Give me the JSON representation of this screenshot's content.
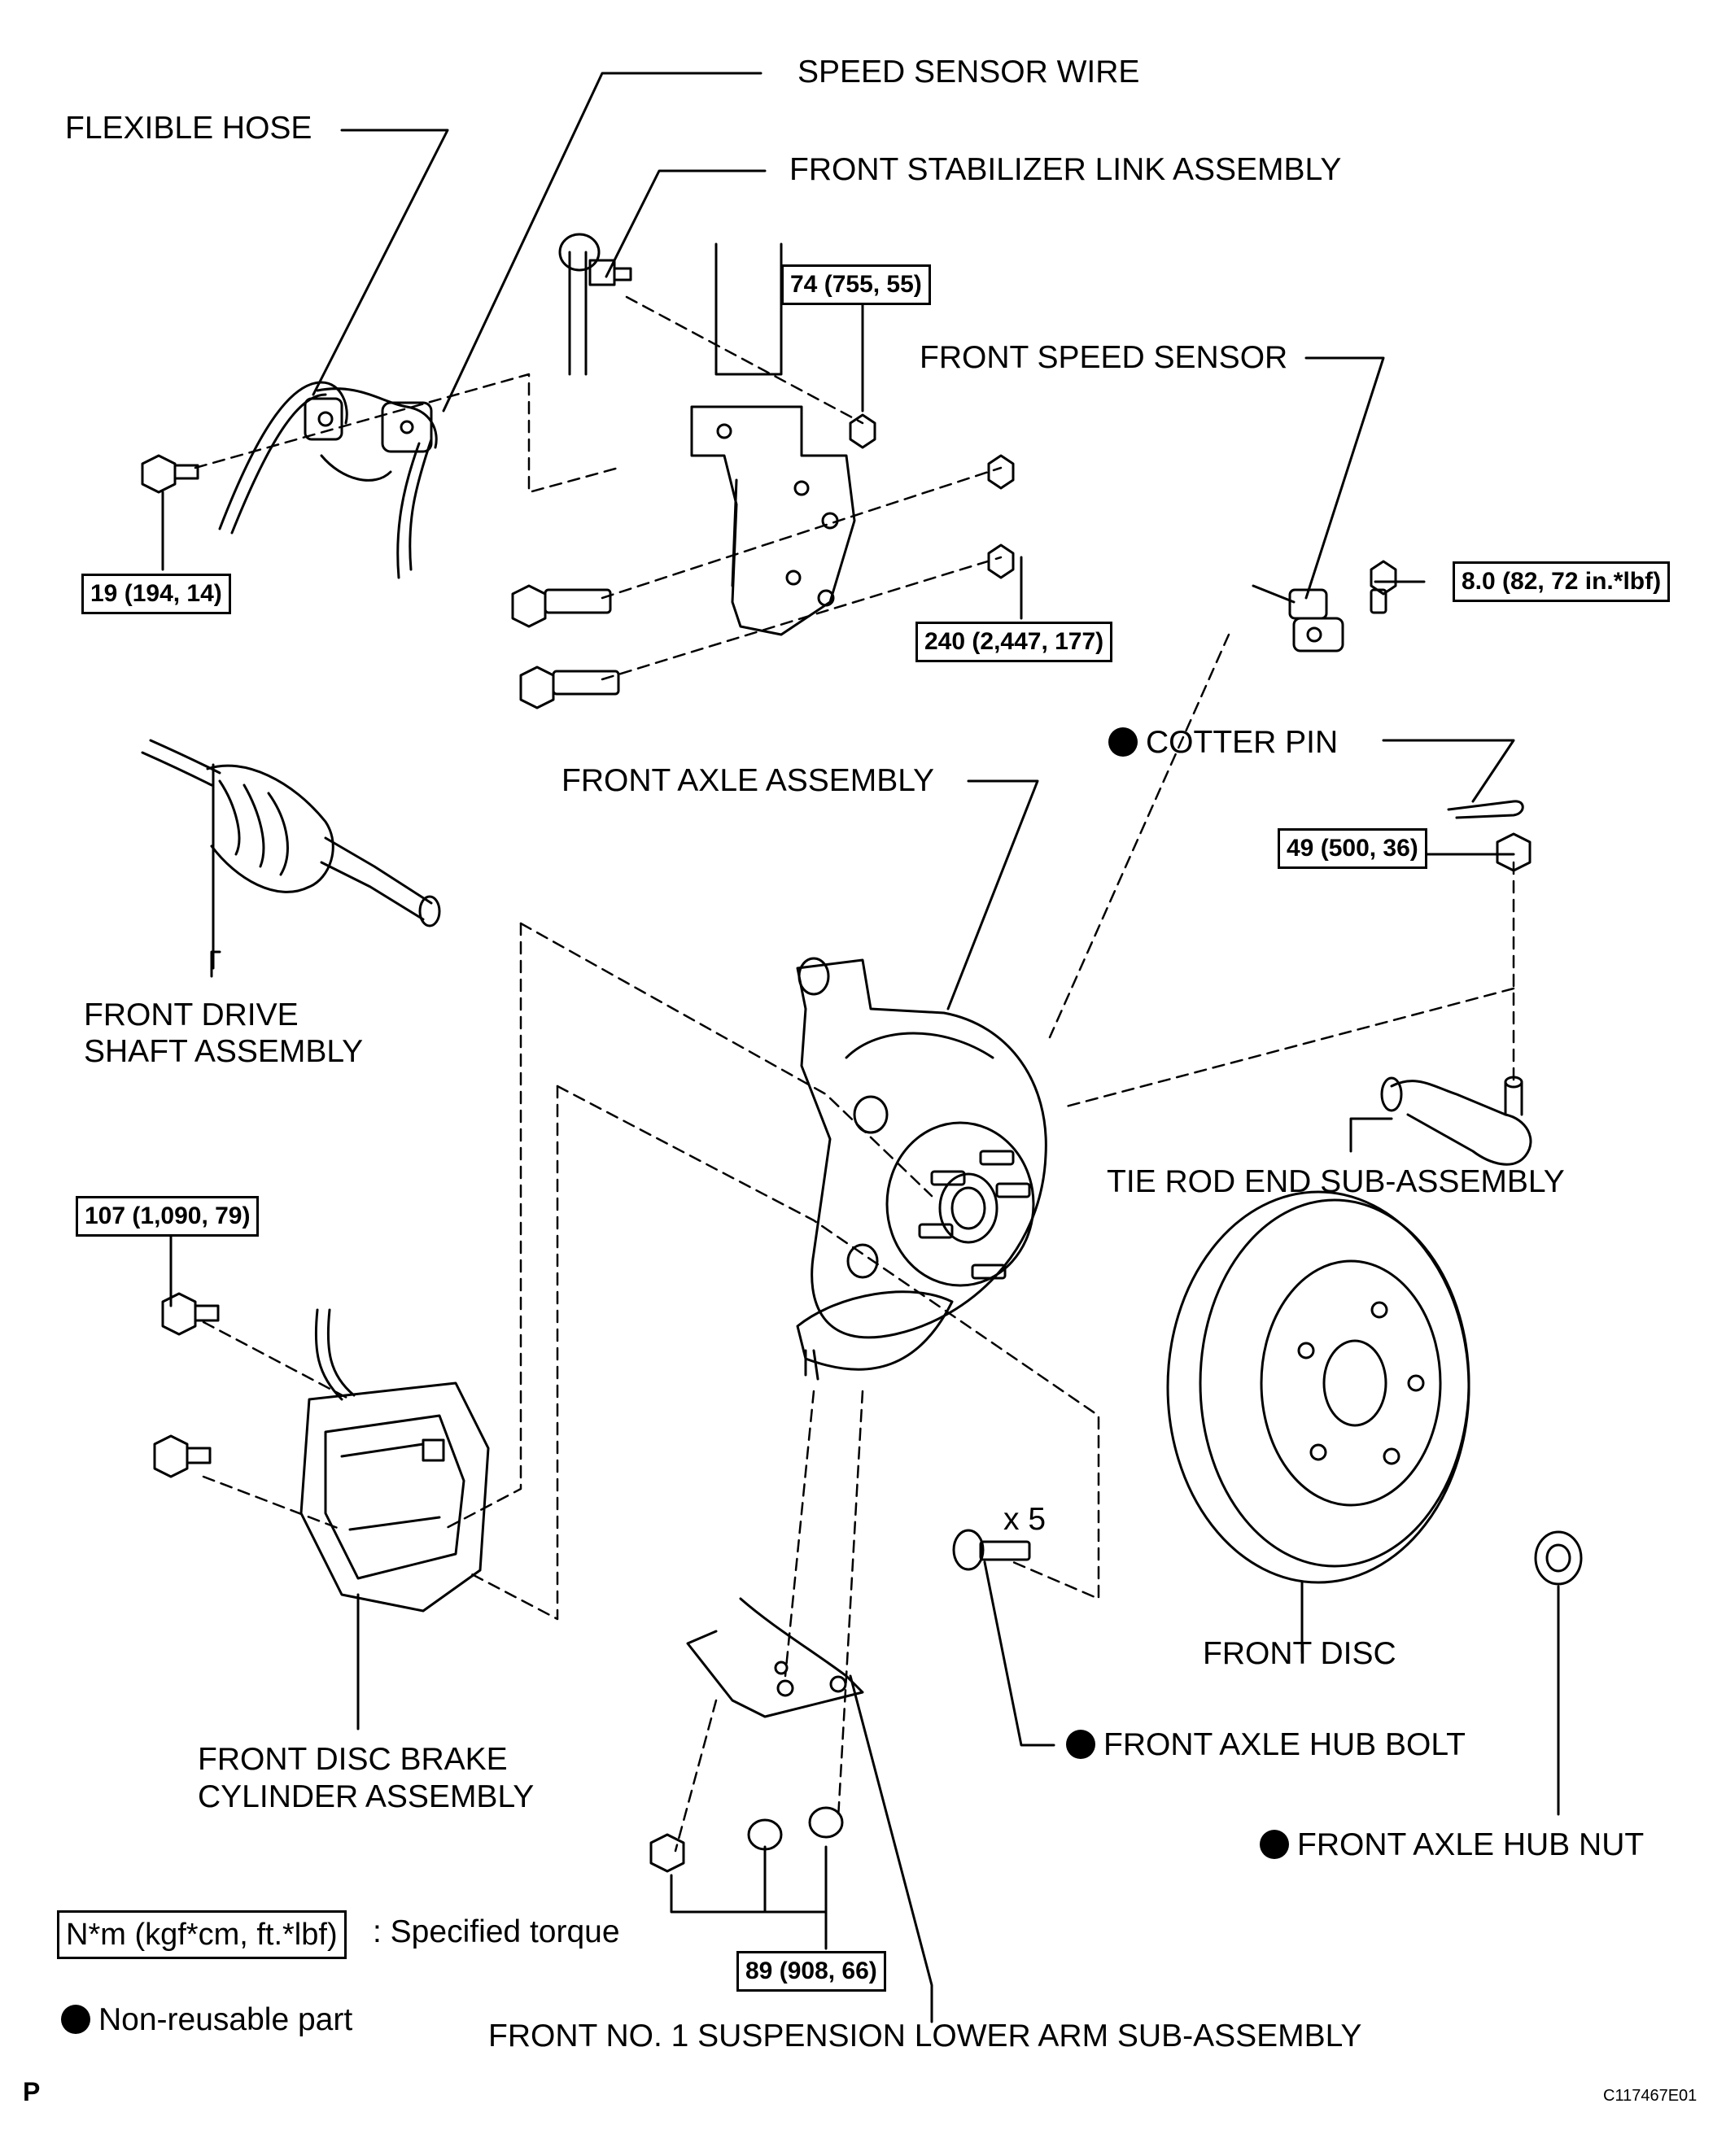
{
  "labels": {
    "flexible_hose": "FLEXIBLE HOSE",
    "speed_sensor_wire": "SPEED SENSOR WIRE",
    "front_stabilizer_link": "FRONT STABILIZER LINK ASSEMBLY",
    "front_speed_sensor": "FRONT SPEED SENSOR",
    "cotter_pin": "COTTER PIN",
    "front_axle_assembly": "FRONT AXLE ASSEMBLY",
    "front_drive_shaft_1": "FRONT DRIVE",
    "front_drive_shaft_2": "SHAFT ASSEMBLY",
    "tie_rod_end": "TIE ROD END SUB-ASSEMBLY",
    "front_disc": "FRONT DISC",
    "front_axle_hub_bolt": "FRONT AXLE HUB BOLT",
    "front_axle_hub_nut": "FRONT AXLE HUB NUT",
    "front_disc_brake_cyl_1": "FRONT DISC BRAKE",
    "front_disc_brake_cyl_2": "CYLINDER ASSEMBLY",
    "lower_arm": "FRONT NO. 1 SUSPENSION LOWER ARM SUB-ASSEMBLY",
    "hub_bolt_qty": "x 5"
  },
  "torques": {
    "stab_nut": "74 (755, 55)",
    "hose_bolt": "19 (194, 14)",
    "strut_bolts": "240 (2,447, 177)",
    "sensor_bolt": "8.0 (82, 72 in.*lbf)",
    "tie_rod_nut": "49 (500, 36)",
    "caliper_bolt": "107 (1,090, 79)",
    "lower_arm": "89 (908, 66)"
  },
  "legend": {
    "torque_box": "N*m (kgf*cm, ft.*lbf)",
    "torque_text": ": Specified torque",
    "nonreusable_text": "Non-reusable part"
  },
  "footer": {
    "corner_letter": "P",
    "figure_code": "C117467E01"
  }
}
